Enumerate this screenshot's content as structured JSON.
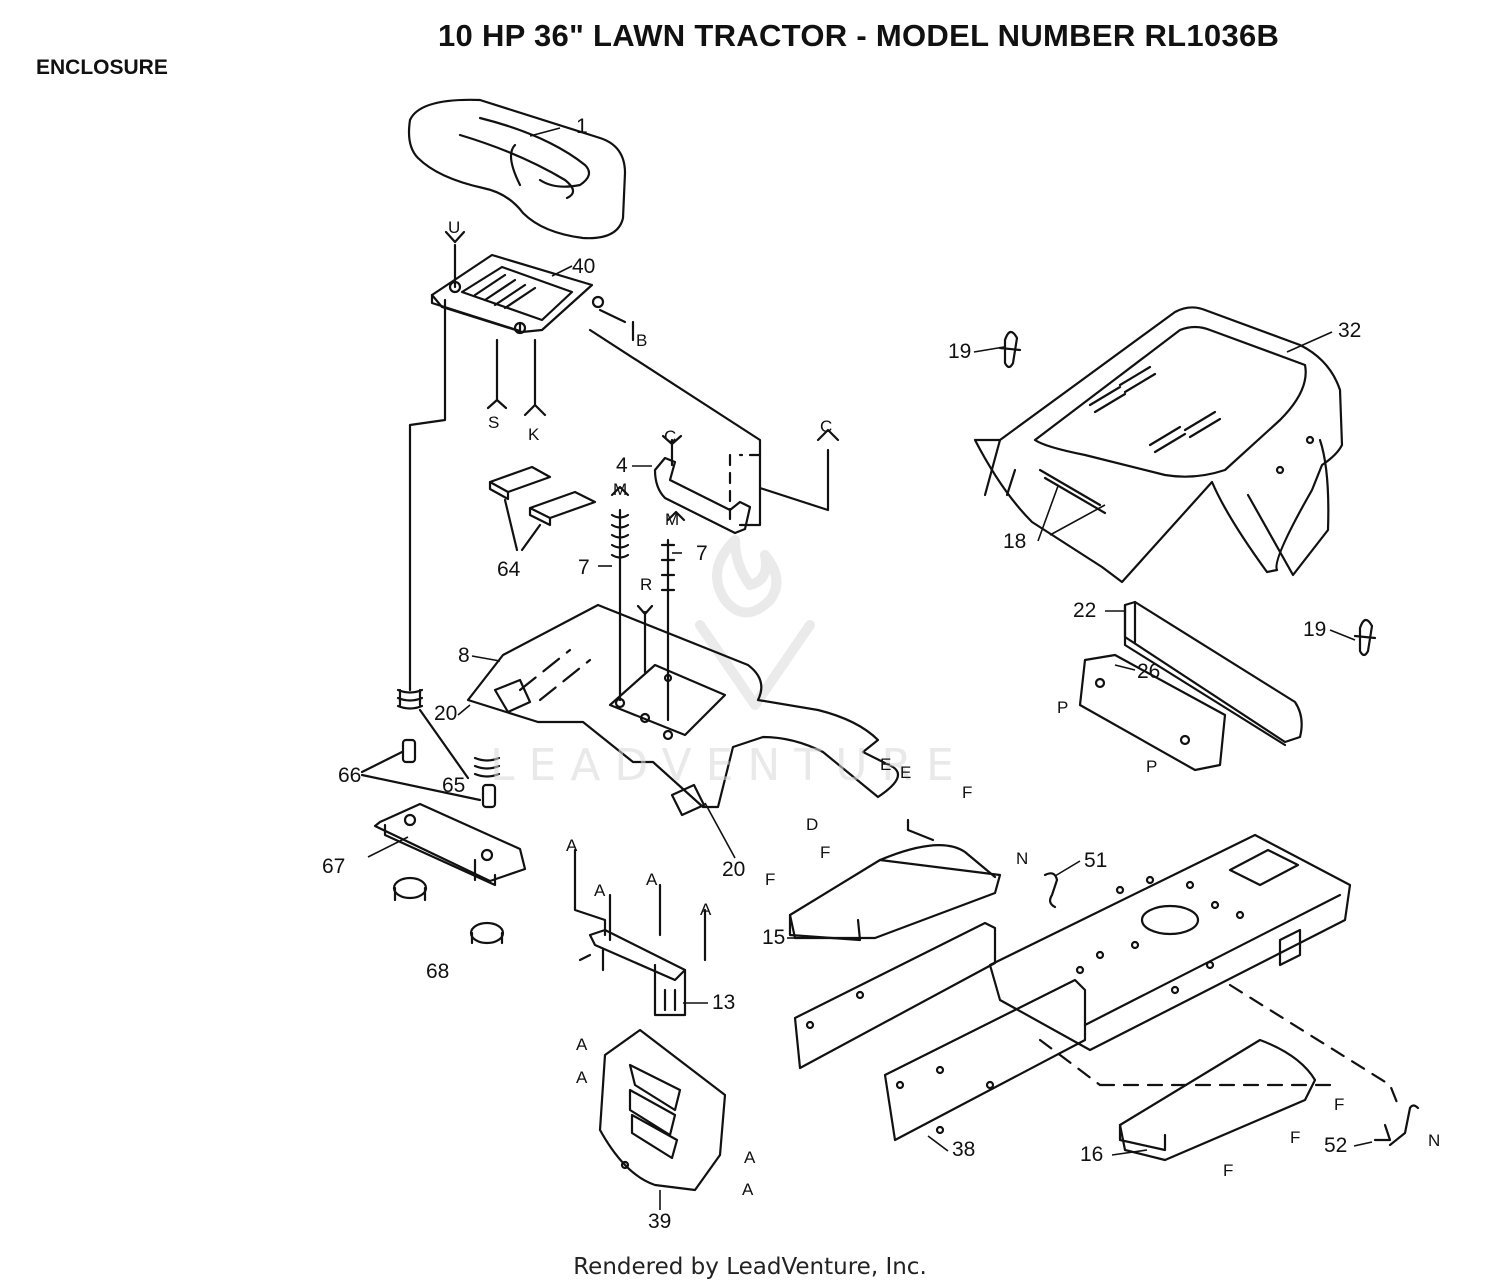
{
  "header": {
    "title": "10 HP 36\" LAWN TRACTOR - MODEL NUMBER RL1036B",
    "section": "ENCLOSURE"
  },
  "footer": {
    "text": "Rendered by LeadVenture, Inc."
  },
  "watermark": {
    "text": "LEADVENTURE"
  },
  "parts": {
    "p1": "1",
    "p40": "40",
    "p32": "32",
    "p19a": "19",
    "p19b": "19",
    "p4": "4",
    "p64": "64",
    "p7a": "7",
    "p7b": "7",
    "p18": "18",
    "p22": "22",
    "p26": "26",
    "p8": "8",
    "p20a": "20",
    "p20b": "20",
    "p66": "66",
    "p65": "65",
    "p67": "67",
    "p68": "68",
    "p51": "51",
    "p15": "15",
    "p13": "13",
    "p38": "38",
    "p16": "16",
    "p52": "52",
    "p39": "39"
  },
  "refs": {
    "U": "U",
    "B": "B",
    "S": "S",
    "K": "K",
    "C1": "C",
    "C2": "C",
    "M1": "M",
    "M2": "M",
    "R": "R",
    "P1": "P",
    "P2": "P",
    "E1": "E",
    "E2": "E",
    "D": "D",
    "F1": "F",
    "F2": "F",
    "F3": "F",
    "F4": "F",
    "F5": "F",
    "F6": "F",
    "N1": "N",
    "N2": "N",
    "A1": "A",
    "A2": "A",
    "A3": "A",
    "A4": "A",
    "A5": "A",
    "A6": "A",
    "A7": "A",
    "A8": "A"
  },
  "colors": {
    "ink": "#111111",
    "watermark": "#d8d8d8"
  }
}
